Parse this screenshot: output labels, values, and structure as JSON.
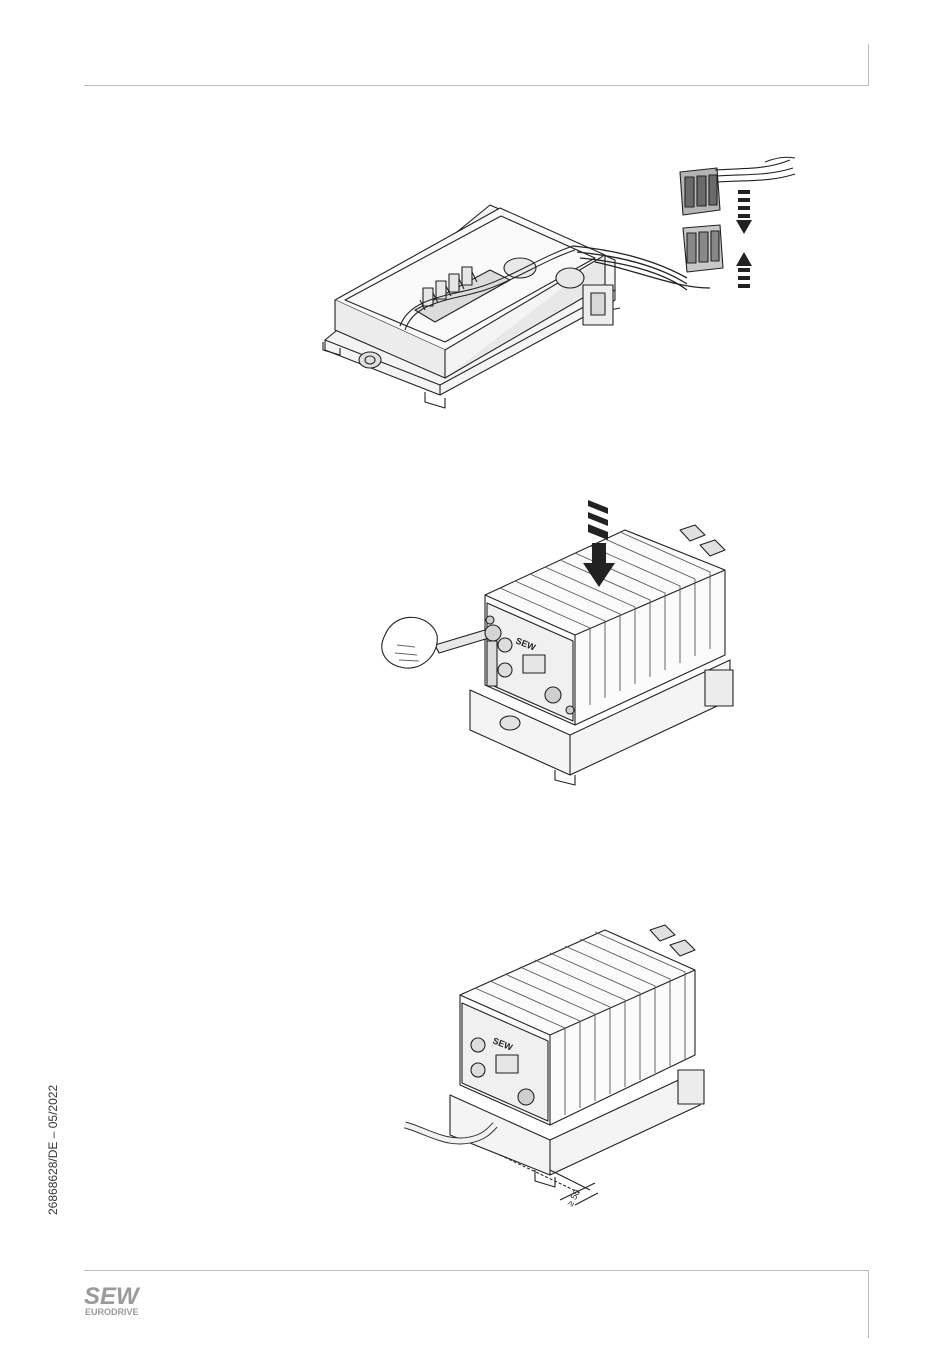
{
  "document": {
    "doc_id": "26868628/DE – 05/2022"
  },
  "logo": {
    "brand": "SEW",
    "sub": "EURODRIVE"
  },
  "figures": [
    {
      "label": ""
    },
    {
      "label": "SEW"
    },
    {
      "label": "SEW",
      "dimension_label": "≥ 50"
    }
  ]
}
